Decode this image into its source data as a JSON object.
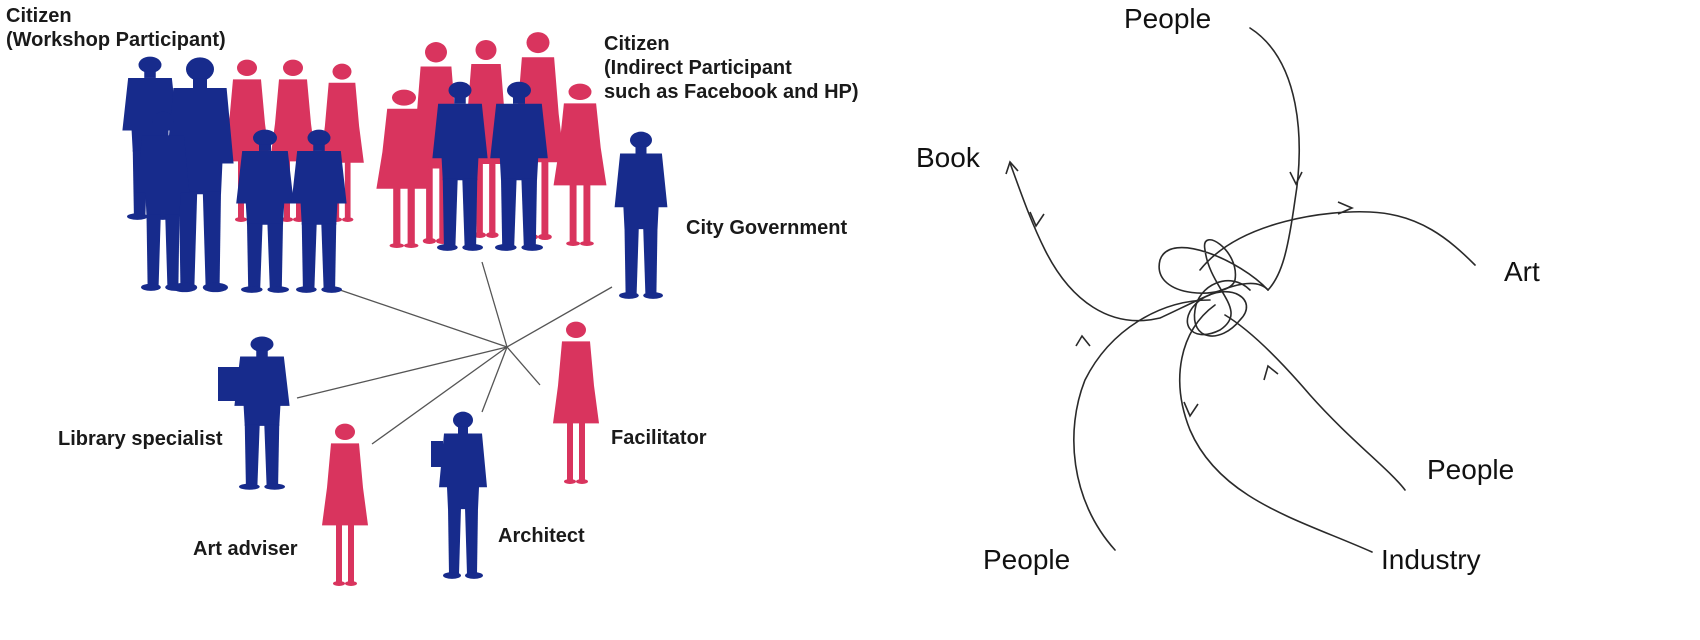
{
  "stakeholders": {
    "citizen_workshop": [
      "Citizen",
      "(Workshop Participant)"
    ],
    "citizen_indirect": [
      "Citizen",
      "(Indirect Participant",
      "such as Facebook and HP)"
    ],
    "city_government": "City Government",
    "library_specialist": "Library specialist",
    "facilitator": "Facilitator",
    "art_adviser": "Art adviser",
    "architect": "Architect"
  },
  "flow": {
    "people_top": "People",
    "book": "Book",
    "art": "Art",
    "people_right": "People",
    "people_bottom": "People",
    "industry": "Industry"
  },
  "colors": {
    "navy": "#172b8c",
    "crimson": "#d9345e",
    "line": "#555555",
    "stroke": "#2a2a2a"
  }
}
